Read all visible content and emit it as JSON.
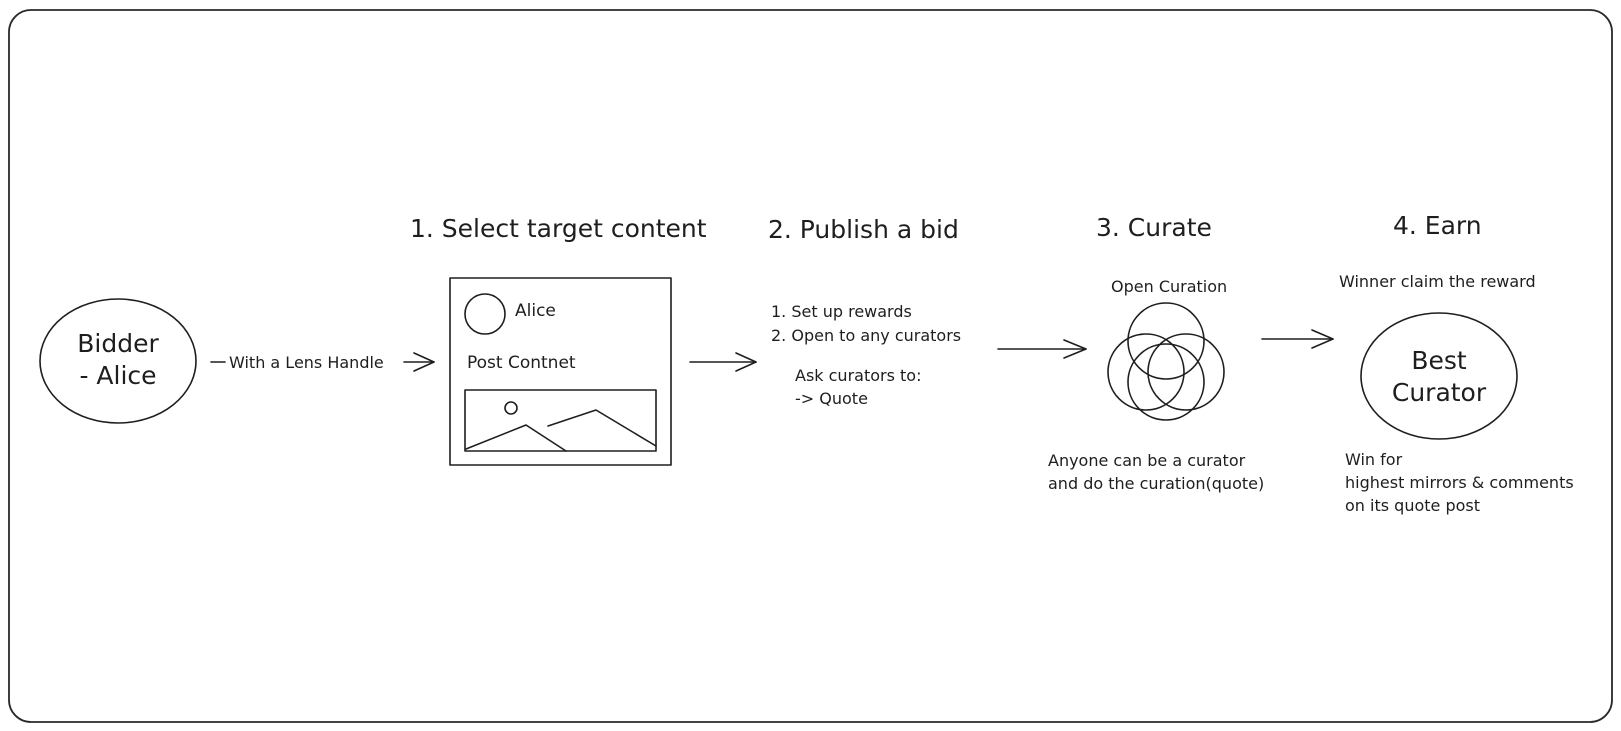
{
  "bidder": {
    "line1": "Bidder",
    "line2": "- Alice"
  },
  "edge_label": "With a Lens Handle",
  "steps": {
    "step1": {
      "title": "1. Select target content",
      "post": {
        "author": "Alice",
        "body": "Post Contnet"
      }
    },
    "step2": {
      "title": "2. Publish a bid",
      "items": [
        "1. Set up rewards",
        "2. Open to any curators"
      ],
      "ask": [
        "Ask curators to:",
        "-> Quote"
      ]
    },
    "step3": {
      "title": "3. Curate",
      "subtitle": "Open Curation",
      "note": [
        "Anyone can be a curator",
        "and do the curation(quote)"
      ]
    },
    "step4": {
      "title": "4. Earn",
      "subtitle": "Winner claim the reward",
      "node": [
        "Best",
        "Curator"
      ],
      "note": [
        "Win for",
        "highest mirrors & comments",
        "on its quote post"
      ]
    }
  }
}
